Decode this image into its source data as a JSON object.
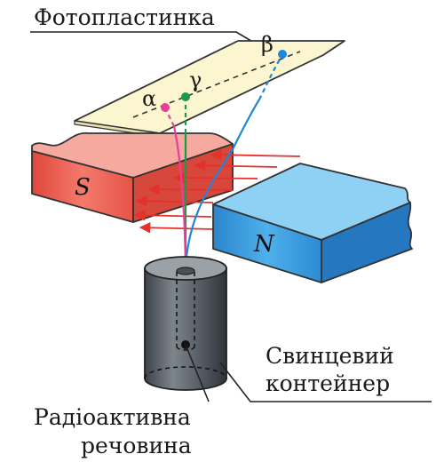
{
  "labels": {
    "photoplate": "Фотопластинка",
    "lead_container_line1": "Свинцевий",
    "lead_container_line2": "контейнер",
    "radioactive_line1": "Радіоактивна",
    "radioactive_line2": "речовина"
  },
  "rays": {
    "alpha": {
      "symbol": "α",
      "color": "#e8409a"
    },
    "gamma": {
      "symbol": "γ",
      "color": "#1a9a4a"
    },
    "beta": {
      "symbol": "β",
      "color": "#1e88d8"
    }
  },
  "magnets": {
    "south": {
      "label": "S",
      "color": "#ec5a4c"
    },
    "north": {
      "label": "N",
      "color": "#2c8fd6"
    }
  },
  "colors": {
    "plate": "#fbf6cf",
    "field_arrows": "#e3312c",
    "container": "#5a6168"
  }
}
